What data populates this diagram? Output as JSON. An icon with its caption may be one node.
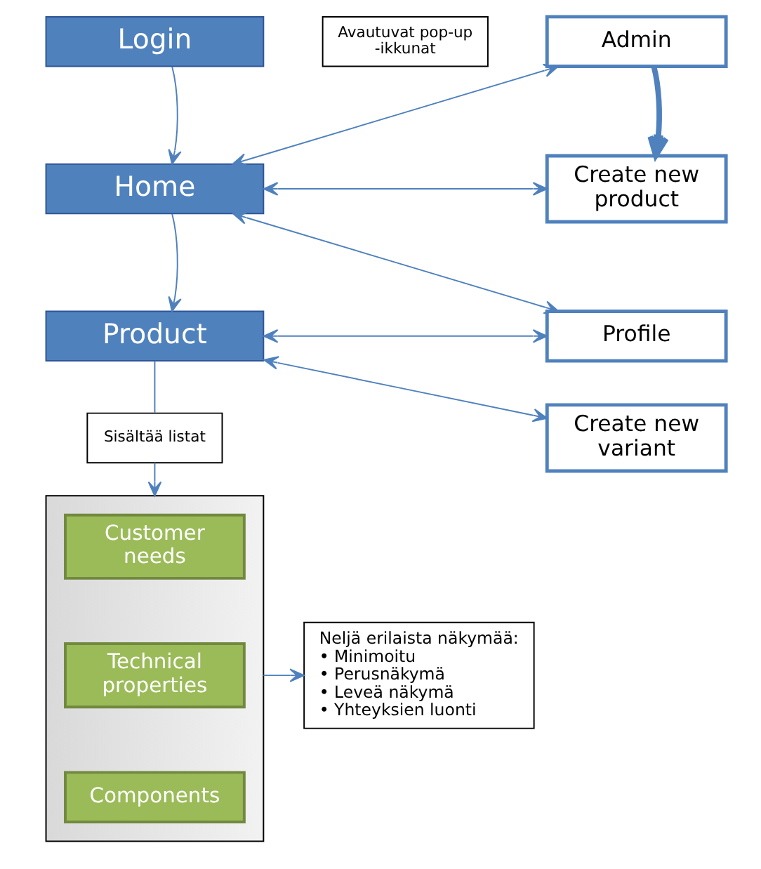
{
  "diagram": {
    "nodes": [
      {
        "text": [
          "Login"
        ]
      },
      {
        "text": [
          "Home"
        ]
      },
      {
        "text": [
          "Product"
        ]
      },
      {
        "text": [
          "Avautuvat pop-up -ikkunat"
        ]
      },
      {
        "text": [
          "Admin"
        ]
      },
      {
        "text": [
          "Create new product"
        ]
      },
      {
        "text": [
          "Profile"
        ]
      },
      {
        "text": [
          "Create new variant"
        ]
      },
      {
        "text": [
          "Sisältää listat"
        ]
      },
      {
        "text": [],
        "shape": "box"
      },
      {
        "text": [
          "Customer needs"
        ],
        "in": 9
      },
      {
        "text": [
          "Technical properties"
        ],
        "in": 9
      },
      {
        "text": [
          "Components"
        ],
        "in": 9
      },
      {
        "text": [
          "Neljä erilaista näkymää:",
          "• Minimoitu",
          "• Perusnäkymä",
          "• Leveä näkymä",
          "• Yhteyksien luonti"
        ]
      }
    ],
    "edges": [
      {
        "from": 0,
        "to": 1,
        "arrow": "to"
      },
      {
        "from": 1,
        "to": 2,
        "arrow": "to"
      },
      {
        "from": 1,
        "to": 4,
        "arrow": "both"
      },
      {
        "from": 1,
        "to": 5,
        "arrow": "both"
      },
      {
        "from": 1,
        "to": 6,
        "arrow": "both"
      },
      {
        "from": 4,
        "to": 5,
        "arrow": "to",
        "style": "thick"
      },
      {
        "from": 2,
        "to": 6,
        "arrow": "both"
      },
      {
        "from": 2,
        "to": 7,
        "arrow": "both"
      },
      {
        "from": 2,
        "to": 8,
        "arrow": "none"
      },
      {
        "from": 8,
        "to": 9,
        "arrow": "to"
      },
      {
        "from": 9,
        "to": 13,
        "arrow": "to"
      }
    ]
  }
}
